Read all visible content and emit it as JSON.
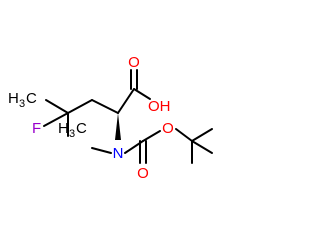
{
  "molecule": {
    "atoms": {
      "o_carbonyl_acid": "O",
      "oh_acid": "OH",
      "f": "F",
      "ch3_upper": "H",
      "ch3_upper_sub": "3",
      "ch3_upper_c": "C",
      "ch3_lower": "H",
      "ch3_lower_sub": "3",
      "ch3_lower_c": "C",
      "n": "N",
      "o_carbonyl_boc": "O",
      "o_ester": "O"
    },
    "colors": {
      "bond": "#000000",
      "oxygen": "#ff0000",
      "nitrogen": "#0000ff",
      "fluorine": "#9900cc",
      "carbon_label": "#000000"
    }
  }
}
